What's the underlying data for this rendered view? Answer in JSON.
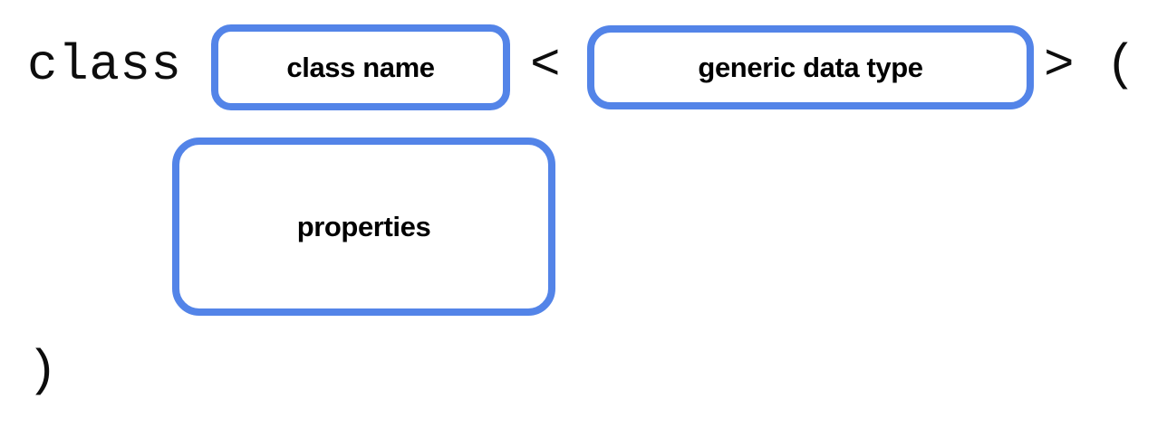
{
  "diagram": {
    "title": "class declaration syntax template",
    "background_color": "#ffffff",
    "accent_color": "#5384e8",
    "text_color": "#000000",
    "lines": [
      {
        "line_index": 1,
        "tokens": [
          "class",
          "<class name>",
          "<",
          "<generic data type>",
          "> ("
        ]
      },
      {
        "line_index": 2,
        "tokens": [
          "<properties>"
        ]
      },
      {
        "line_index": 3,
        "tokens": [
          ")"
        ]
      }
    ]
  },
  "code": {
    "keyword_class": "class",
    "angle_open": "<",
    "angle_close_and_paren_open": "> (",
    "paren_close": ")"
  },
  "slots": [
    {
      "id": "class-name",
      "label": "class name",
      "border_color": "#5384e8",
      "fill_color": "#ffffff"
    },
    {
      "id": "generic-data-type",
      "label": "generic data type",
      "border_color": "#5384e8",
      "fill_color": "#ffffff"
    },
    {
      "id": "properties",
      "label": "properties",
      "border_color": "#5384e8",
      "fill_color": "#ffffff"
    }
  ]
}
